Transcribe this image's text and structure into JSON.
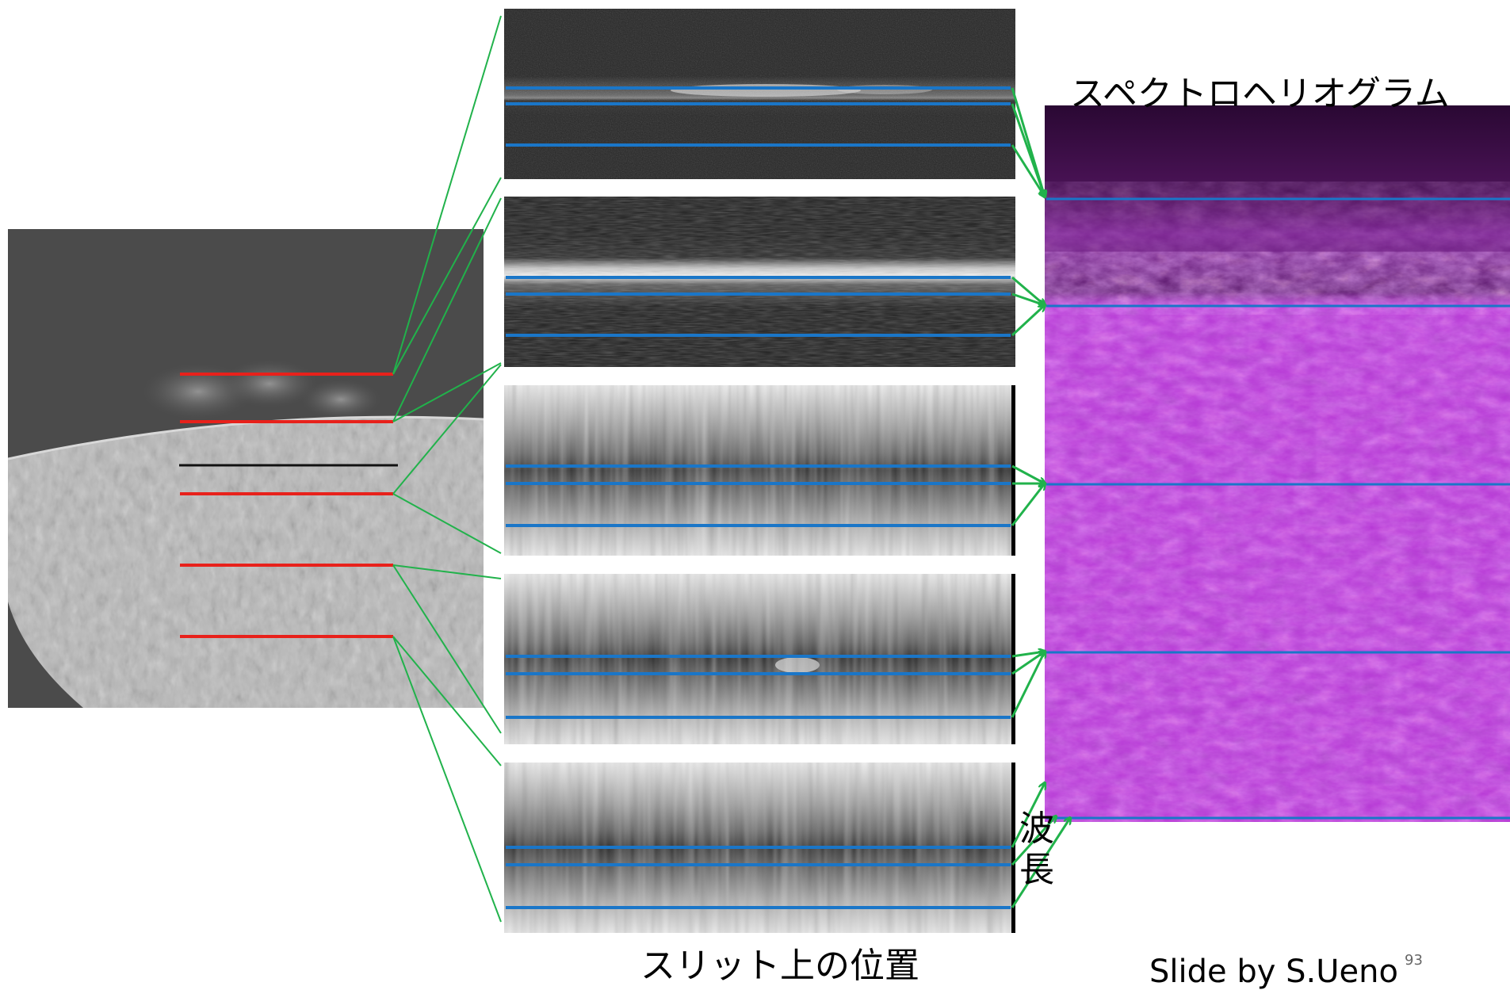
{
  "slide": {
    "title_spectroheliogram": "スペクトロヘリオグラム",
    "label_slit_position": "スリット上の位置",
    "label_wavelength": "波長",
    "credit": "Slide by S.Ueno",
    "page_number": "93"
  },
  "colors": {
    "red_line": "#e8211b",
    "blue_line": "#1a76c8",
    "green_connector": "#21b24b",
    "helio_purple": "#b12fd0"
  },
  "icons": [
    "arrow-icon"
  ]
}
